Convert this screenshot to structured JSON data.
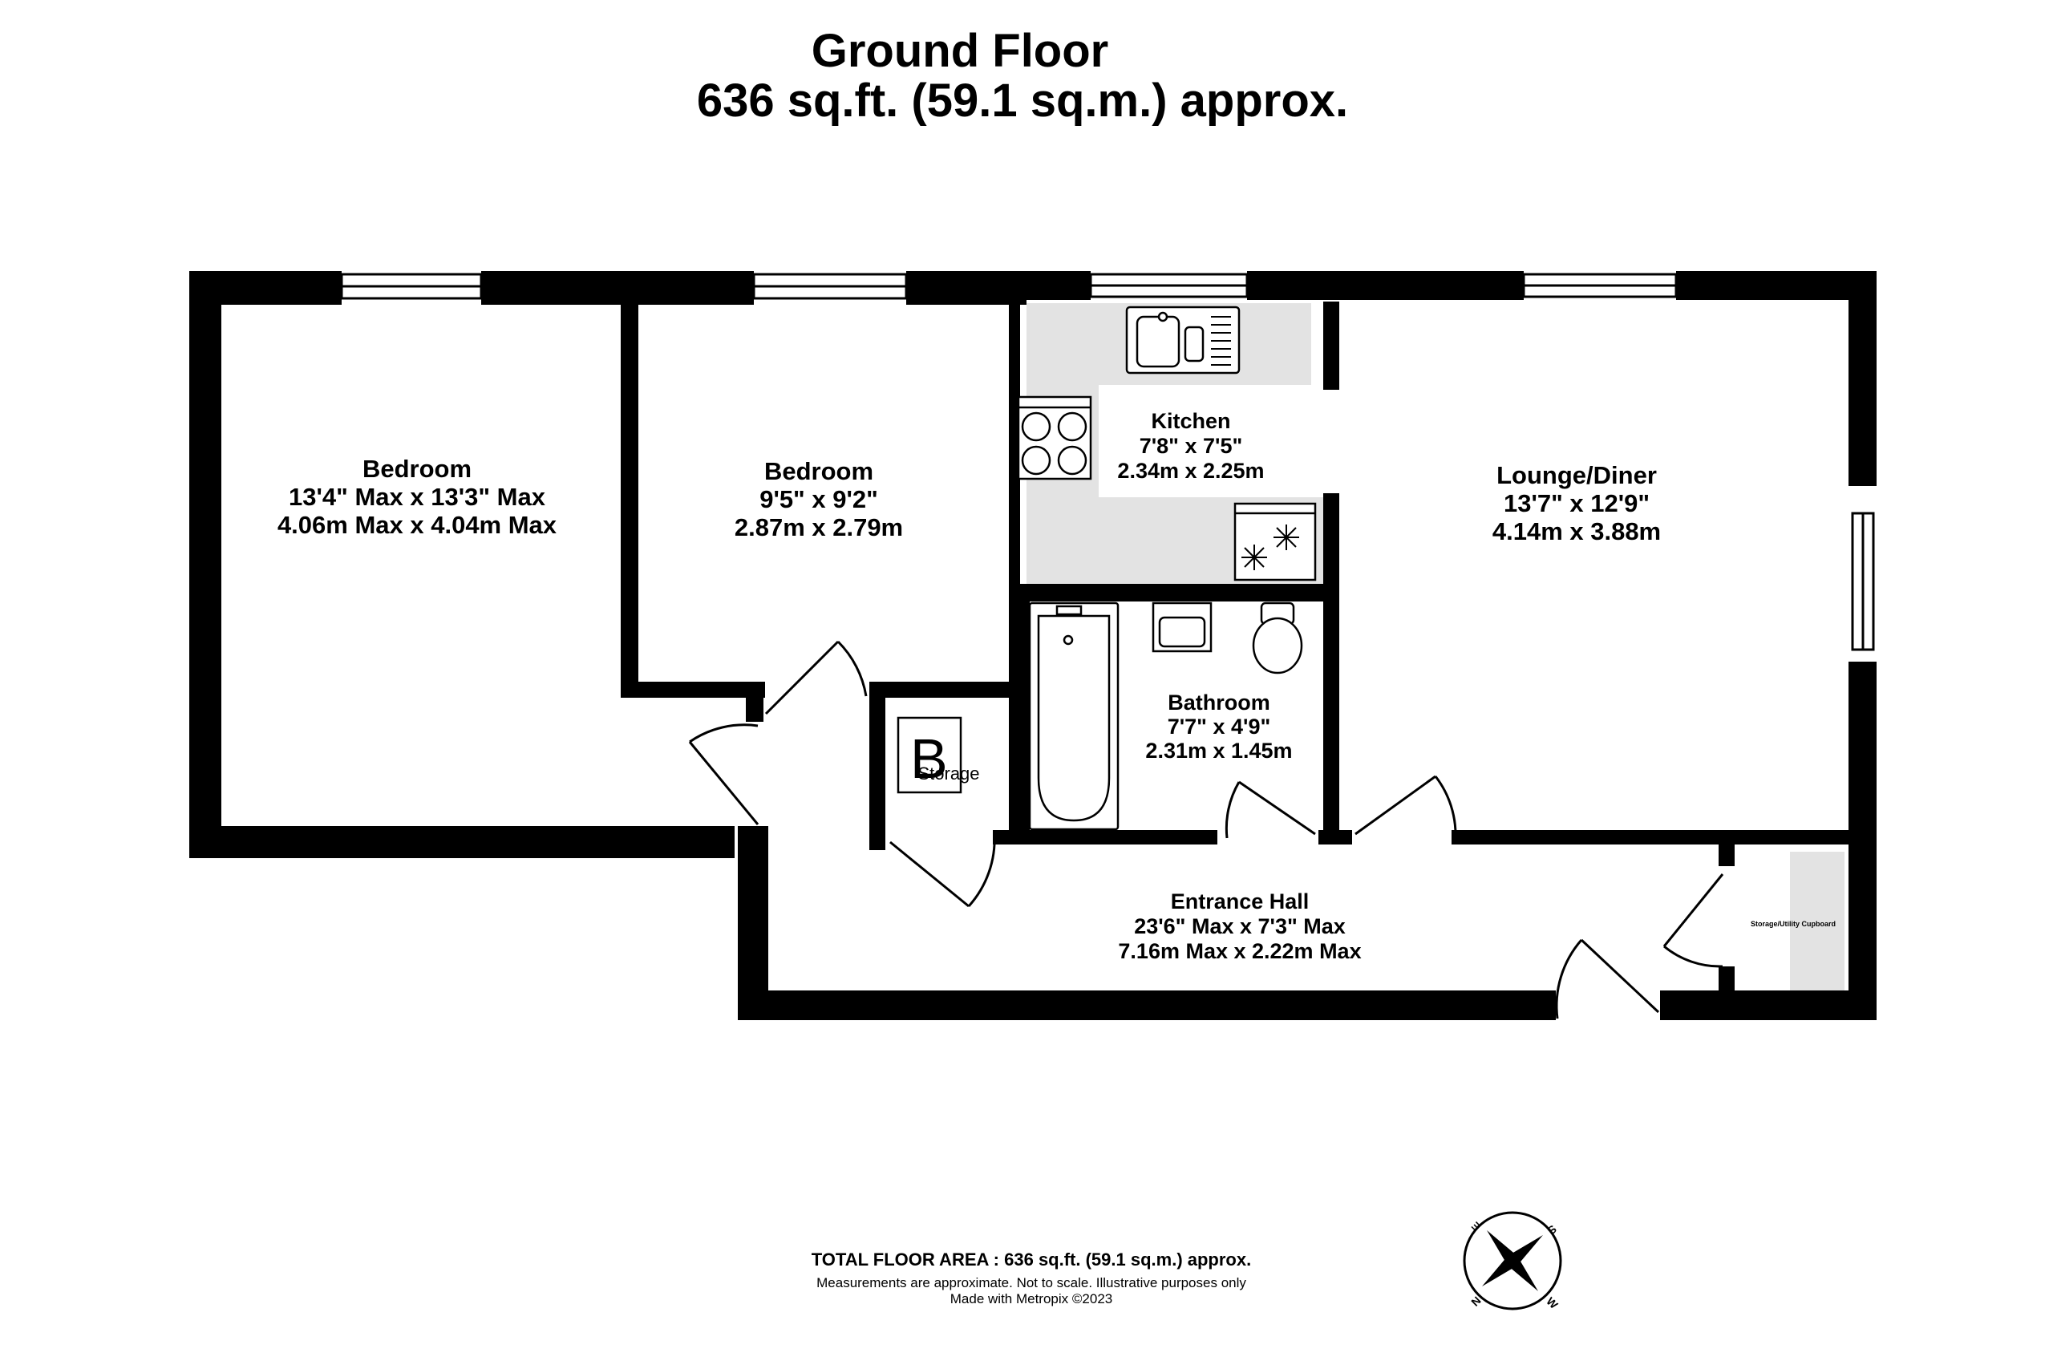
{
  "header": {
    "floor_name": "Ground Floor",
    "floor_area": "636 sq.ft. (59.1 sq.m.) approx."
  },
  "rooms": {
    "bedroom1": {
      "name": "Bedroom",
      "imperial": "13'4\" Max x 13'3\" Max",
      "metric": "4.06m Max x 4.04m Max"
    },
    "bedroom2": {
      "name": "Bedroom",
      "imperial": "9'5\"  x 9'2\"",
      "metric": "2.87m  x 2.79m"
    },
    "kitchen": {
      "name": "Kitchen",
      "imperial": "7'8\"  x 7'5\"",
      "metric": "2.34m  x 2.25m"
    },
    "lounge": {
      "name": "Lounge/Diner",
      "imperial": "13'7\"  x 12'9\"",
      "metric": "4.14m  x 3.88m"
    },
    "bathroom": {
      "name": "Bathroom",
      "imperial": "7'7\"  x 4'9\"",
      "metric": "2.31m  x 1.45m"
    },
    "hall": {
      "name": "Entrance Hall",
      "imperial": "23'6\" Max x 7'3\" Max",
      "metric": "7.16m Max x 2.22m Max"
    },
    "storage": {
      "name": "Storage",
      "boiler_letter": "B"
    },
    "cupboard": {
      "name": "Storage/Utility Cupboard"
    }
  },
  "footer": {
    "total": "TOTAL FLOOR AREA : 636 sq.ft. (59.1 sq.m.) approx.",
    "disclaimer": "Measurements are approximate.  Not to scale.  Illustrative purposes only",
    "credit": "Made with Metropix ©2023"
  },
  "compass": {
    "n": "N",
    "e": "E",
    "s": "S",
    "w": "W"
  },
  "colors": {
    "wall": "#000000",
    "fixture_fill": "#e3e3e3",
    "background": "#ffffff"
  }
}
